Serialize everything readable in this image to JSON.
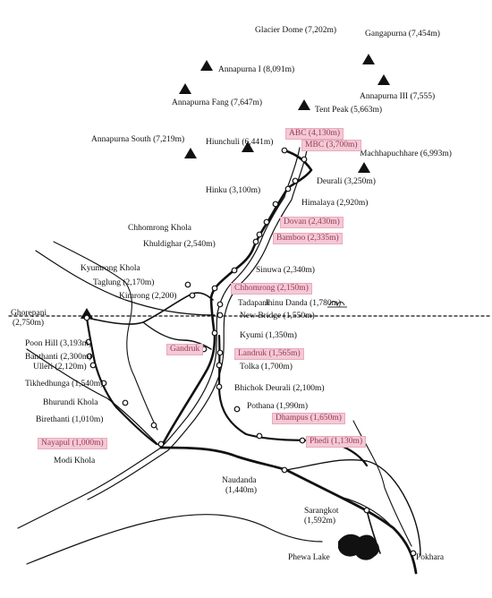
{
  "peaks": [
    {
      "name": "Glacier Dome (7,202m)"
    },
    {
      "name": "Gangapurna (7,454m)"
    },
    {
      "name": "Annapurna I (8,091m)"
    },
    {
      "name": "Annapurna III (7,555)"
    },
    {
      "name": "Annapurna Fang (7,647m)"
    },
    {
      "name": "Tent Peak (5,663m)"
    },
    {
      "name": "Annapurna South (7,219m)"
    },
    {
      "name": "Hiunchuli (6,441m)"
    },
    {
      "name": "Machhapuchhare (6,993m)"
    }
  ],
  "places": {
    "abc": "ABC (4,130m)",
    "mbc": "MBC (3,700m)",
    "deurali": "Deurali (3,250m)",
    "hinku": "Hinku (3,100m)",
    "himalaya": "Himalaya (2,920m)",
    "chhomrong_khola": "Chhomrong Khola",
    "dovan": "Dovan (2,430m)",
    "kuldighar": "Khuldighar (2,540m)",
    "bamboo": "Bamboo (2,335m)",
    "kyumrong_khola": "Kyumrong Khola",
    "sinuwa": "Sinuwa (2,340m)",
    "taglung": "Taglung (2,170m)",
    "chhomrong": "Chhomrong (2,150m)",
    "kimrong": "Kimrong (2,200)",
    "tadapani": "Tadapani",
    "jhinu_danda": "Jhinu Danda (1,780m)",
    "ghorepani_name": "Ghorepani",
    "ghorepani_alt": "(2,750m)",
    "new_bridge": "New Bridge (1,550m)",
    "kyumi": "Kyumi (1,350m)",
    "poon_hill": "Poon Hill (3,193m)",
    "gandruk": "Gandruk",
    "banthanti": "Banthanti (2,300m)",
    "landruk": "Landruk (1,565m)",
    "ulleri": "Ulleri (2,120m)",
    "tolka": "Tolka (1,700m)",
    "tikhedhunga": "Tikhedhunga (1,540m)",
    "bhichok_deurali": "Bhichok Deurali (2,100m)",
    "bhurundi_khola": "Bhurundi Khola",
    "pothana": "Pothana (1,990m)",
    "birethanti": "Birethanti (1,010m)",
    "dhampus": "Dhampus (1,650m)",
    "phedi": "Phedi (1,130m)",
    "nayapul": "Nayapul (1,000m)",
    "modi_khola": "Modi Khola",
    "naudanda_name": "Naudanda",
    "naudanda_alt": "(1,440m)",
    "sarangkot_name": "Sarangkot",
    "sarangkot_alt": "(1,592m)",
    "phewa_lake": "Phewa Lake",
    "pokhara": "Pokhara"
  }
}
